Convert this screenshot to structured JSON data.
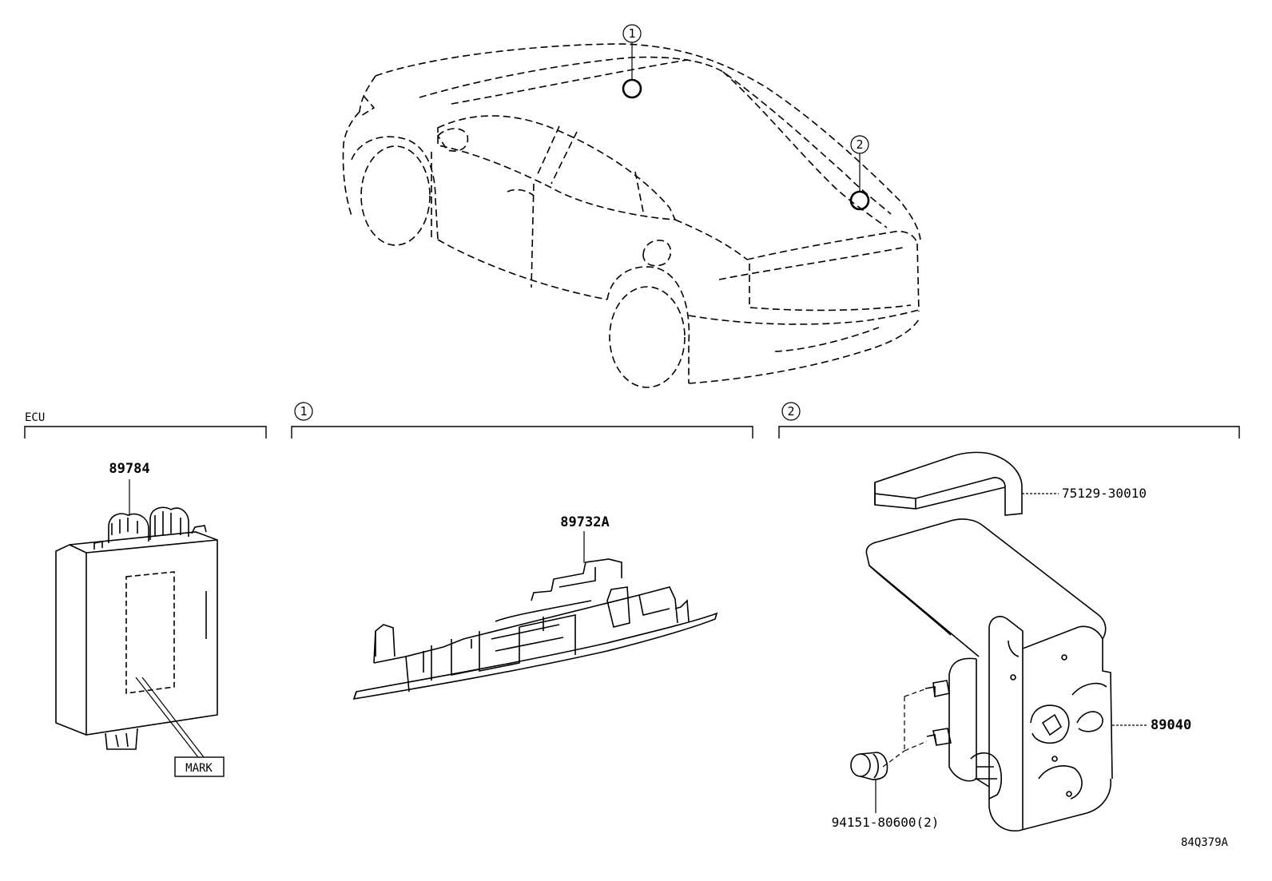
{
  "callouts": {
    "location_1": "1",
    "location_2": "2"
  },
  "sections": {
    "ecu": {
      "title": "ECU"
    },
    "sec1": {
      "number": "1"
    },
    "sec2": {
      "number": "2"
    }
  },
  "parts": {
    "ecu_part": "89784",
    "mark_label": "MARK",
    "light_part": "89732A",
    "cover_part": "75129-30010",
    "sensor_part": "89040",
    "nut_part": "94151-80600(2)"
  },
  "diagram_id": "84Q379A"
}
